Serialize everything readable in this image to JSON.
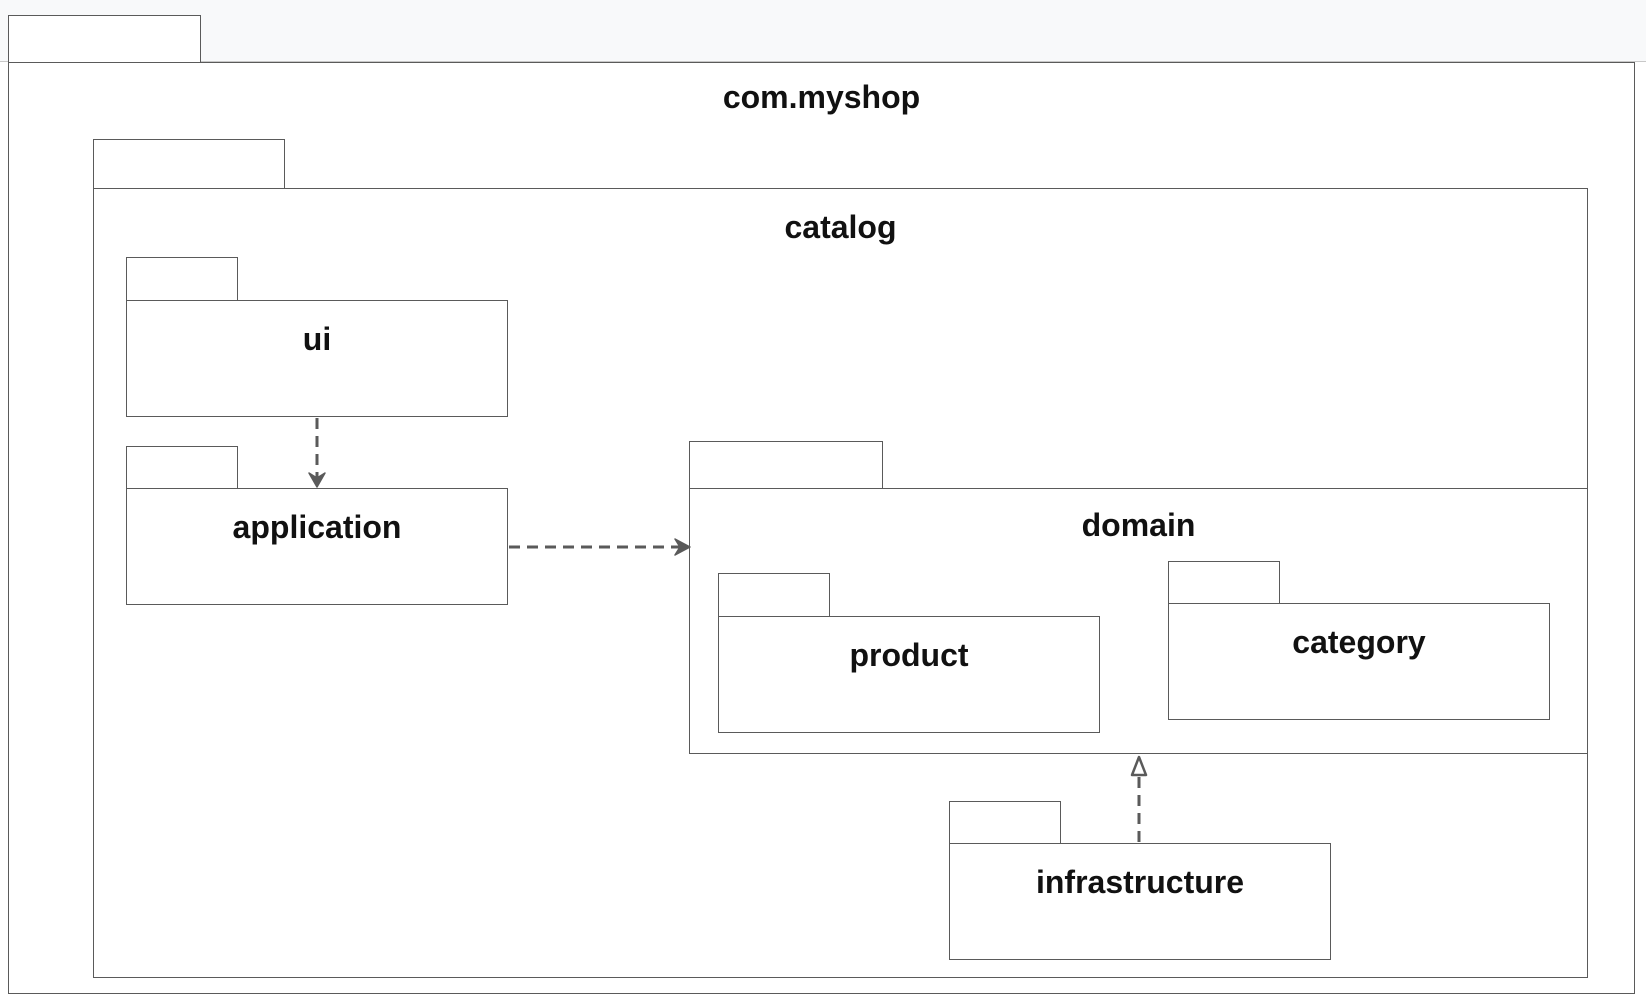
{
  "packages": {
    "root": {
      "label": "com.myshop"
    },
    "catalog": {
      "label": "catalog"
    },
    "ui": {
      "label": "ui"
    },
    "application": {
      "label": "application"
    },
    "domain": {
      "label": "domain"
    },
    "product": {
      "label": "product"
    },
    "category": {
      "label": "category"
    },
    "infrastructure": {
      "label": "infrastructure"
    }
  },
  "dependencies": [
    {
      "from": "ui",
      "to": "application",
      "style": "dashed",
      "head": "open-arrow"
    },
    {
      "from": "application",
      "to": "domain",
      "style": "dashed",
      "head": "open-arrow"
    },
    {
      "from": "infrastructure",
      "to": "domain",
      "style": "dashed",
      "head": "hollow-triangle"
    }
  ],
  "colors": {
    "line": "#5a5a5a",
    "text": "#111111",
    "band": "#f8f9fa"
  }
}
